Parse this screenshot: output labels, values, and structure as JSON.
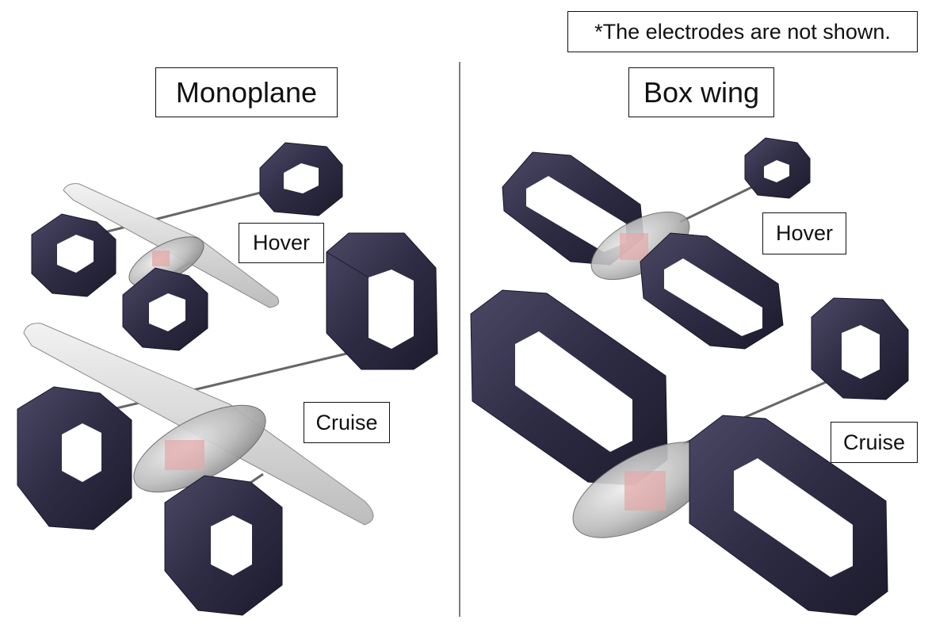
{
  "note": "*The electrodes are not shown.",
  "panels": {
    "monoplane": {
      "title": "Monoplane",
      "hover_label": "Hover",
      "cruise_label": "Cruise"
    },
    "box_wing": {
      "title": "Box wing",
      "hover_label": "Hover",
      "cruise_label": "Cruise"
    }
  },
  "colors": {
    "duct": "#34324a",
    "duct_edge": "#18172a",
    "wing": "#e2e2e2",
    "fuselage": "#c8c8c8",
    "payload": "#e0a0a0",
    "boom": "#555555",
    "divider": "#555555"
  }
}
